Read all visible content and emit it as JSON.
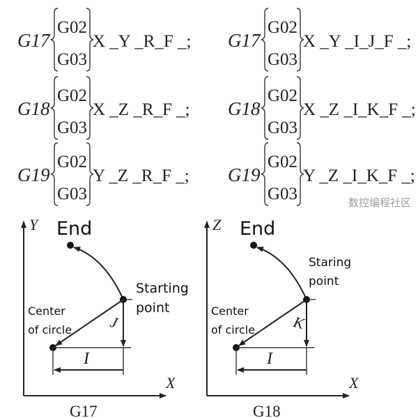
{
  "formulas": [
    {
      "plane": "G17",
      "top": "G02",
      "bottom": "G03",
      "args": "X _Y _R_F _;"
    },
    {
      "plane": "G17",
      "top": "G02",
      "bottom": "G03",
      "args": "X _Y _I_J_F _;"
    },
    {
      "plane": "G18",
      "top": "G02",
      "bottom": "G03",
      "args": "X _Z _R_F _;"
    },
    {
      "plane": "G18",
      "top": "G02",
      "bottom": "G03",
      "args": "X _Z _I_K_F _;"
    },
    {
      "plane": "G19",
      "top": "G02",
      "bottom": "G03",
      "args": "Y _Z _R_F _;"
    },
    {
      "plane": "G19",
      "top": "G02",
      "bottom": "G03",
      "args": "Y _Z _I_K_F _;"
    }
  ],
  "watermark": "数控编程社区",
  "diagrams": [
    {
      "vertical_axis": "Y",
      "horizontal_axis": "X",
      "end": "End",
      "start_line1": "Starting",
      "start_line2": "point",
      "center_line1": "Center",
      "center_line2": "of circle",
      "vertical_offset": "J",
      "horizontal_offset": "I",
      "caption": "G17"
    },
    {
      "vertical_axis": "Z",
      "horizontal_axis": "X",
      "end": "End",
      "start_line1": "Staring",
      "start_line2": "point",
      "center_line1": "Center",
      "center_line2": "of circle",
      "vertical_offset": "K",
      "horizontal_offset": "I",
      "caption": "G18"
    }
  ]
}
